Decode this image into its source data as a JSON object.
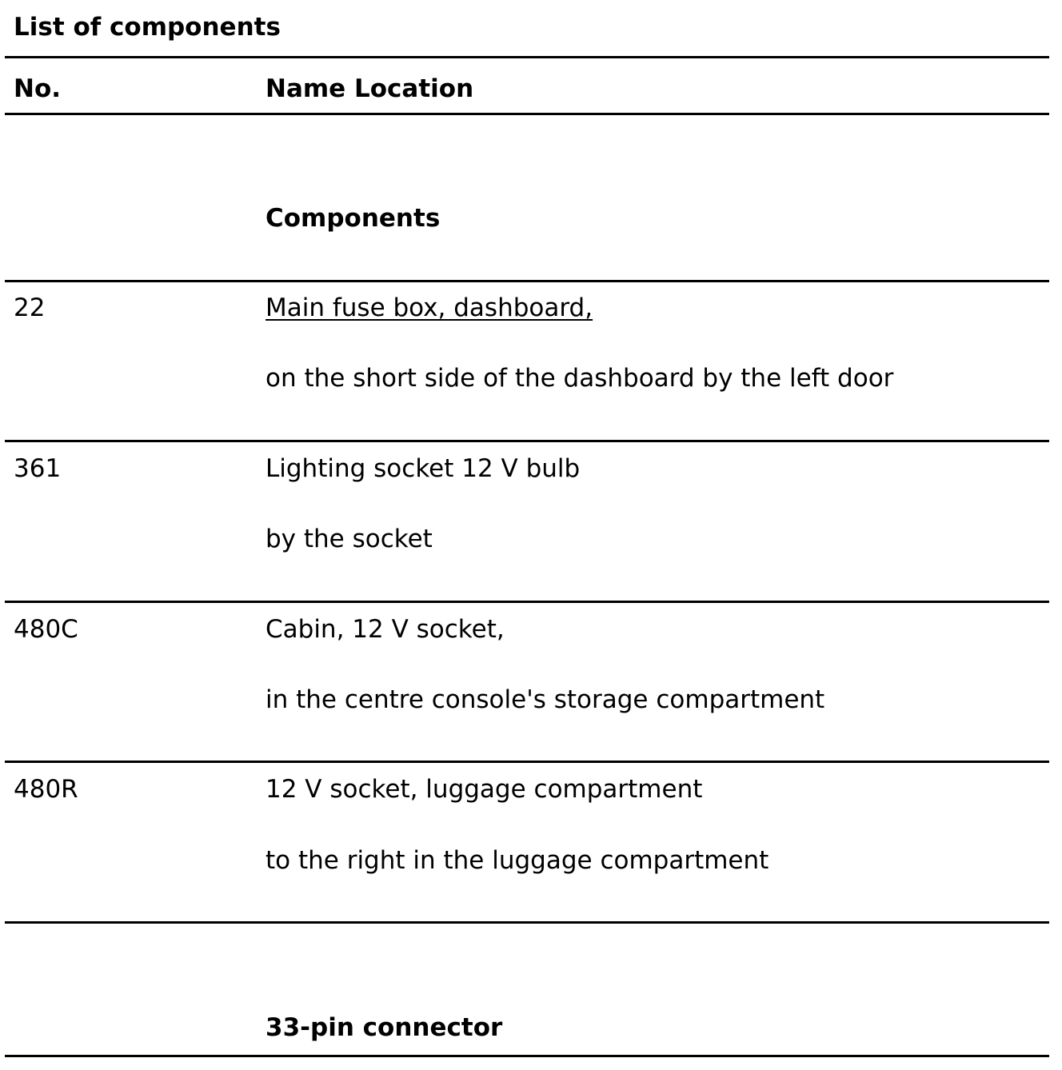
{
  "document": {
    "title": "List of components",
    "header": {
      "no": "No.",
      "name_location": "Name Location"
    },
    "sections": [
      {
        "heading": "Components",
        "rows": [
          {
            "no": "22",
            "name": "Main fuse box, dashboard,",
            "location": "on the short side of the dashboard by the left door",
            "name_underlined": true
          },
          {
            "no": "361",
            "name": "Lighting socket 12 V bulb",
            "location": "by the socket"
          },
          {
            "no": "480C",
            "name": "Cabin, 12 V socket,",
            "location": "in the centre console's storage compartment"
          },
          {
            "no": "480R",
            "name": "12 V socket, luggage compartment",
            "location": "to the right in the luggage compartment"
          }
        ]
      },
      {
        "heading": "33-pin connector"
      }
    ]
  }
}
